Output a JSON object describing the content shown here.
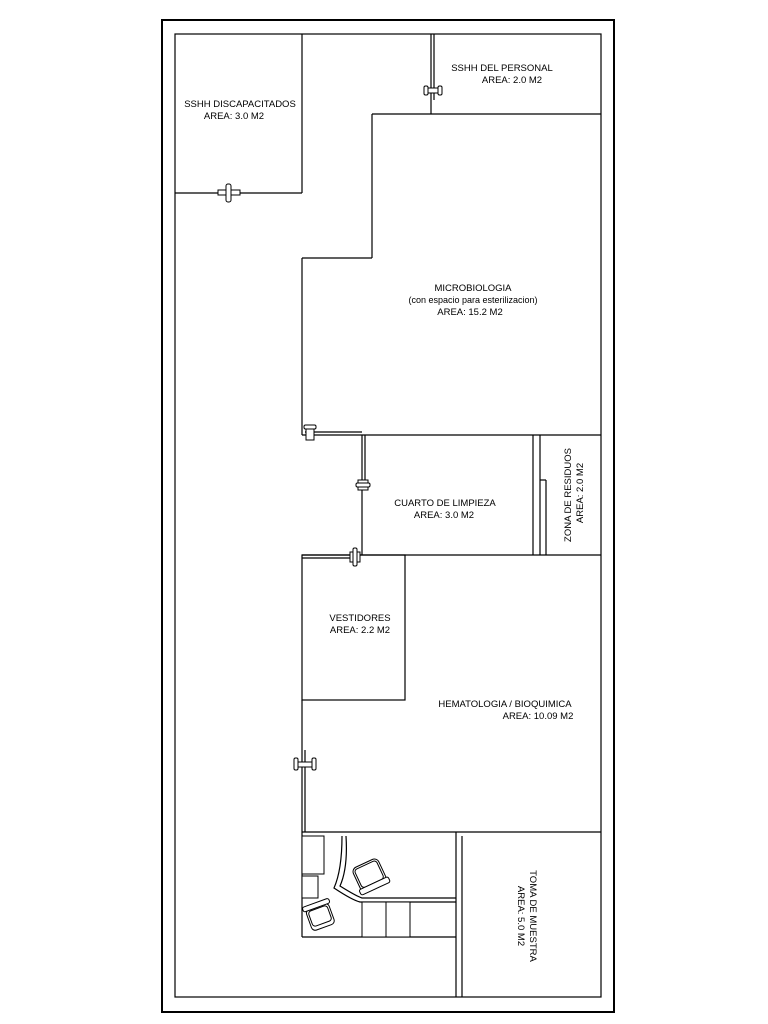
{
  "rooms": {
    "sshh_discapacitados": {
      "name": "SSHH DISCAPACITADOS",
      "area": "AREA: 3.0 M2"
    },
    "sshh_personal": {
      "name": "SSHH DEL PERSONAL",
      "area": "AREA: 2.0 M2"
    },
    "microbiologia": {
      "name": "MICROBIOLOGIA",
      "note": "(con espacio para esterilizacion)",
      "area": "AREA: 15.2 M2"
    },
    "cuarto_limpieza": {
      "name": "CUARTO DE LIMPIEZA",
      "area": "AREA: 3.0 M2"
    },
    "zona_residuos": {
      "name": "ZONA DE RESIDUOS",
      "area": "AREA: 2.0 M2"
    },
    "vestidores": {
      "name": "VESTIDORES",
      "area": "AREA: 2.2 M2"
    },
    "hematologia": {
      "name": "HEMATOLOGIA /  BIOQUIMICA",
      "area": "AREA: 10.09 M2"
    },
    "toma_muestra": {
      "name": "TOMA DE MUESTRA",
      "area": "AREA: 5.0 M2"
    }
  }
}
